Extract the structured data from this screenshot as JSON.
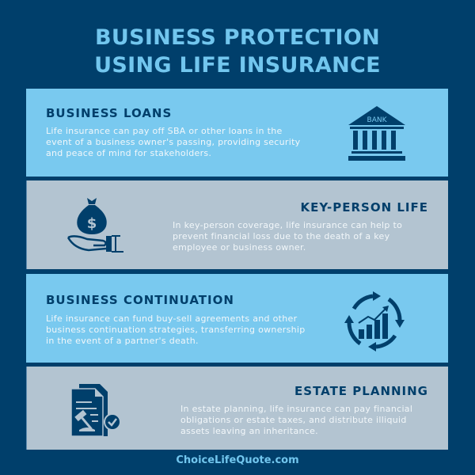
{
  "title": {
    "line1": "BUSINESS PROTECTION",
    "line2": "USING LIFE INSURANCE"
  },
  "sections": [
    {
      "heading": "BUSINESS LOANS",
      "lines": [
        "Life insurance can pay off SBA or other loans in the",
        "event of a business owner's passing, providing security",
        "and peace of mind for stakeholders."
      ],
      "icon": "bank-icon",
      "icon_label": "BANK",
      "bg": "#79c9ef"
    },
    {
      "heading": "KEY-PERSON LIFE",
      "lines": [
        "In key-person coverage, life insurance can help to",
        "prevent financial loss due to the death of a key",
        "employee or business owner."
      ],
      "icon": "hand-money-bag-icon",
      "bg": "#b3c4d1"
    },
    {
      "heading": "BUSINESS CONTINUATION",
      "lines": [
        "Life insurance can fund buy-sell agreements and other",
        "business continuation strategies, transferring ownership",
        "in the event of a partner's death."
      ],
      "icon": "growth-cycle-icon",
      "bg": "#79c9ef"
    },
    {
      "heading": "ESTATE PLANNING",
      "lines": [
        "In estate planning, life insurance can pay financial",
        "obligations or estate taxes, and distribute illiquid",
        "assets leaving an inheritance."
      ],
      "icon": "legal-document-icon",
      "bg": "#b3c4d1"
    }
  ],
  "footer": "ChoiceLifeQuote.com",
  "colors": {
    "background": "#003f6b",
    "accent": "#72c6ee",
    "panel_blue": "#79c9ef",
    "panel_gray": "#b3c4d1",
    "heading": "#003f6b"
  }
}
